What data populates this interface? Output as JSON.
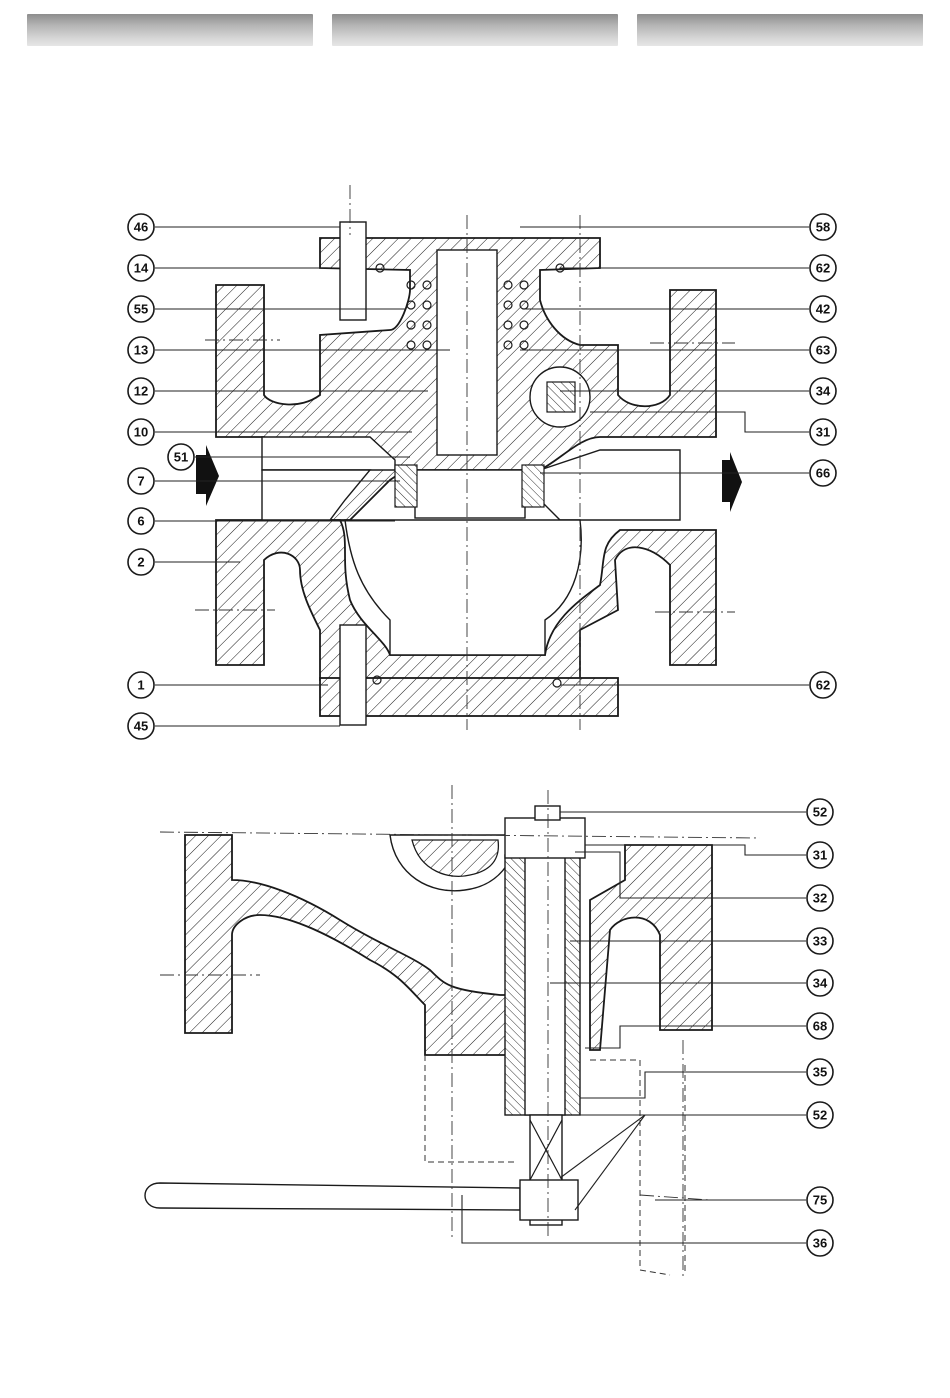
{
  "header": {
    "tabs": [
      "",
      "",
      ""
    ]
  },
  "diagram_top": {
    "callouts_left": [
      "46",
      "14",
      "55",
      "13",
      "12",
      "10",
      "51",
      "7",
      "6",
      "2",
      "1",
      "45"
    ],
    "callouts_right": [
      "58",
      "62",
      "42",
      "63",
      "34",
      "31",
      "66",
      "62"
    ]
  },
  "diagram_bottom": {
    "callouts_right": [
      "52",
      "31",
      "32",
      "33",
      "34",
      "68",
      "35",
      "52",
      "75",
      "36"
    ]
  }
}
